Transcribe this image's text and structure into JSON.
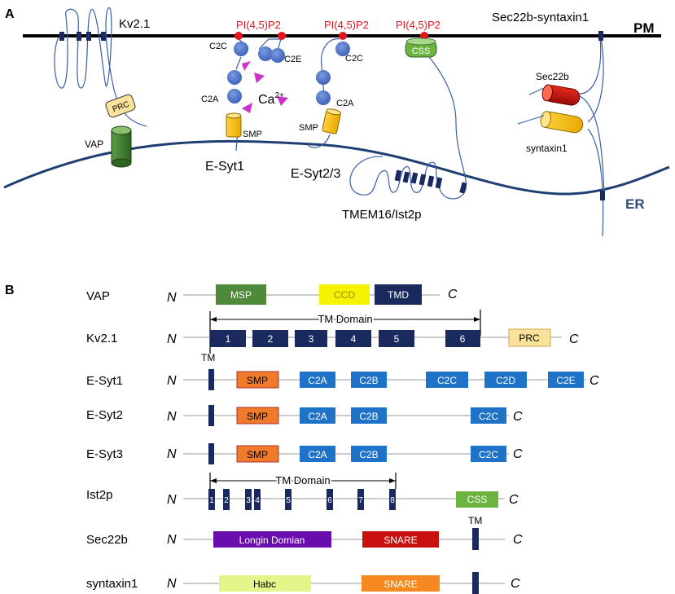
{
  "panelA": {
    "panel_letter": "A",
    "pm_label": "PM",
    "er_label": "ER",
    "pip2_label": "PI(4,5)P2",
    "ca_label": "Ca",
    "ca_sup": "2+",
    "kv21_label": "Kv2.1",
    "prc_label": "PRC",
    "vap_label": "VAP",
    "c2c_label": "C2C",
    "c2e_label": "C2E",
    "c2a_label": "C2A",
    "smp_label": "SMP",
    "esyt1_label": "E-Syt1",
    "esyt23_label": "E-Syt2/3",
    "css_label": "CSS",
    "tmem_label": "TMEM16/Ist2p",
    "sec22b_syntaxin1_label": "Sec22b-syntaxin1",
    "sec22b_label": "Sec22b",
    "syntaxin1_label": "syntaxin1",
    "colors": {
      "pip2": "#e8141c",
      "domain_blue": "#4a72c4",
      "ca": "#cc33cc",
      "smp": "#f2b800",
      "er": "#1f3e74",
      "vap": "#3f7a2f",
      "css": "#6db33f",
      "sec22b": "#c8100e",
      "syntaxin1": "#f2b800"
    }
  },
  "panelB": {
    "panel_letter": "B",
    "n_label": "N",
    "c_label": "C",
    "rows": {
      "vap": {
        "name": "VAP",
        "msp": "MSP",
        "ccd": "CCD",
        "tmd": "TMD"
      },
      "kv21": {
        "name": "Kv2.1",
        "tm_domain": "TM Domain",
        "tm_numbers": [
          "1",
          "2",
          "3",
          "4",
          "5",
          "6"
        ],
        "prc": "PRC"
      },
      "esyt1": {
        "name": "E-Syt1",
        "tm": "TM",
        "smp": "SMP",
        "c2a": "C2A",
        "c2b": "C2B",
        "c2c": "C2C",
        "c2d": "C2D",
        "c2e": "C2E"
      },
      "esyt2": {
        "name": "E-Syt2",
        "smp": "SMP",
        "c2a": "C2A",
        "c2b": "C2B",
        "c2c": "C2C"
      },
      "esyt3": {
        "name": "E-Syt3",
        "smp": "SMP",
        "c2a": "C2A",
        "c2b": "C2B",
        "c2c": "C2C"
      },
      "ist2p": {
        "name": "Ist2p",
        "tm_domain": "TM Domain",
        "tm_numbers": [
          "1",
          "2",
          "3",
          "4",
          "5",
          "6",
          "7",
          "8"
        ],
        "css": "CSS"
      },
      "sec22b": {
        "name": "Sec22b",
        "longin": "Longin Domian",
        "snare": "SNARE",
        "tm": "TM"
      },
      "syntaxin1": {
        "name": "syntaxin1",
        "habc": "Habc",
        "snare": "SNARE"
      }
    },
    "colors": {
      "navy": "#1a2a5e",
      "msp": "#4e8a3a",
      "ccd": "#f7f200",
      "prc": "#fbe29a",
      "smp": "#f07a2a",
      "c2": "#1e73c8",
      "css": "#6db33f",
      "longin": "#6a0dad",
      "snare_sec22b": "#c8100e",
      "habc": "#e6f58a",
      "snare_syntaxin": "#f5881e"
    }
  }
}
